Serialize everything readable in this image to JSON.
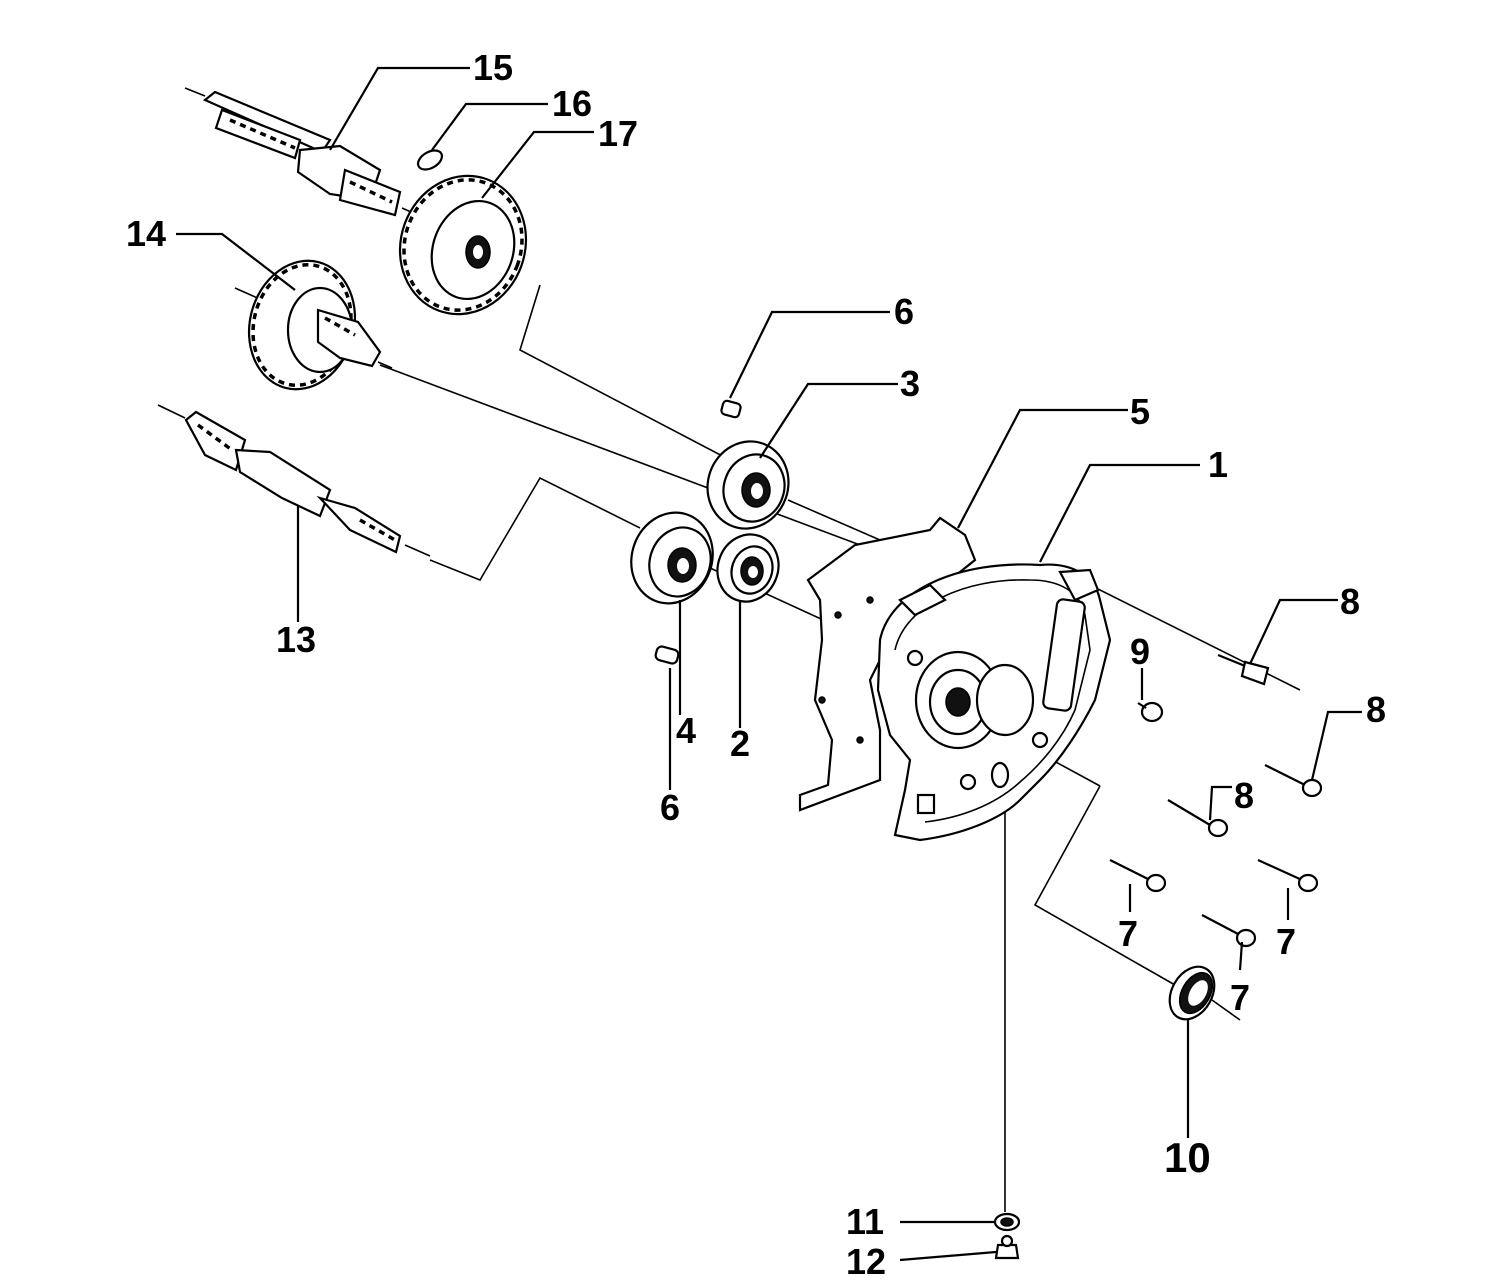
{
  "callouts": {
    "p1": "1",
    "p2": "2",
    "p3": "3",
    "p4": "4",
    "p5": "5",
    "p6a": "6",
    "p6b": "6",
    "p7a": "7",
    "p7b": "7",
    "p7c": "7",
    "p8a": "8",
    "p8b": "8",
    "p8c": "8",
    "p9": "9",
    "p10": "10",
    "p11": "11",
    "p12": "12",
    "p13": "13",
    "p14": "14",
    "p15": "15",
    "p16": "16",
    "p17": "17"
  },
  "colors": {
    "line": "#000000",
    "background": "#ffffff"
  }
}
